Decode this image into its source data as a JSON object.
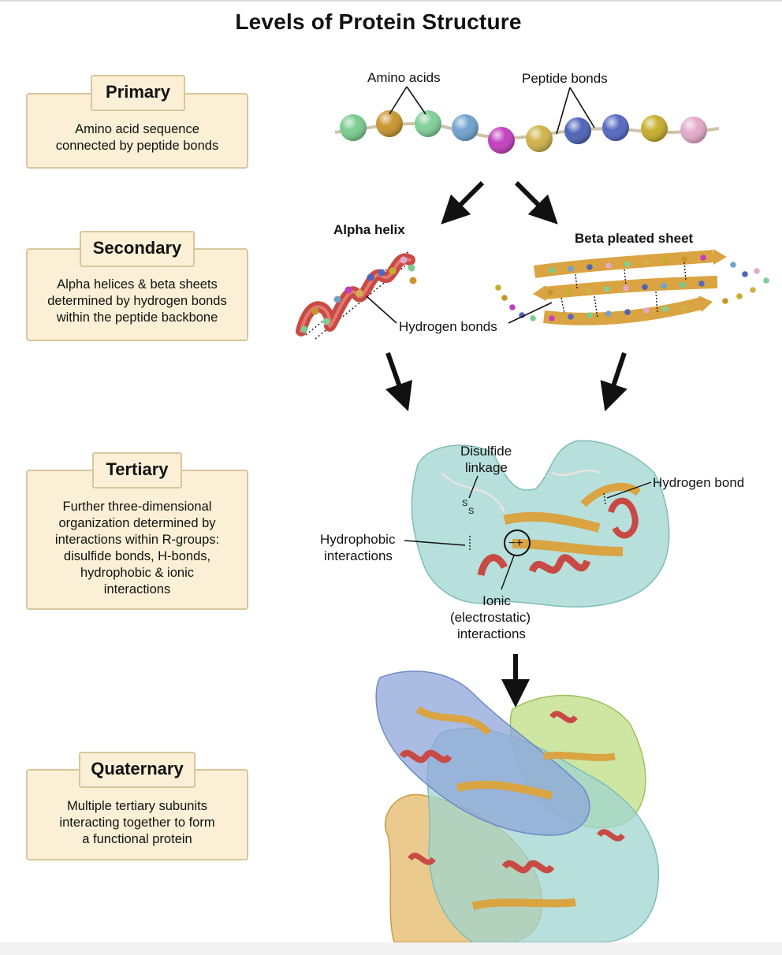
{
  "title": "Levels of Protein Structure",
  "levels": [
    {
      "name": "Primary",
      "description_lines": [
        "Amino acid sequence",
        "connected by peptide bonds"
      ]
    },
    {
      "name": "Secondary",
      "description_lines": [
        "Alpha helices & beta sheets",
        "determined by hydrogen bonds",
        "within the peptide backbone"
      ]
    },
    {
      "name": "Tertiary",
      "description_lines": [
        "Further three-dimensional",
        "organization determined by",
        "interactions within R-groups:",
        "disulfide bonds, H-bonds,",
        "hydrophobic & ionic",
        "interactions"
      ]
    },
    {
      "name": "Quaternary",
      "description_lines": [
        "Multiple tertiary subunits",
        "interacting together to form",
        "a functional protein"
      ]
    }
  ],
  "primary_labels": {
    "amino_acids": "Amino acids",
    "peptide_bonds": "Peptide bonds"
  },
  "amino_acid_colors": [
    "#79cc8e",
    "#c8952e",
    "#7fcf99",
    "#6fa3cf",
    "#c23fbd",
    "#d0b24a",
    "#4e63b8",
    "#5568c0",
    "#c6ad2c",
    "#e3a9c8"
  ],
  "secondary_labels": {
    "alpha_helix": "Alpha helix",
    "beta_sheet": "Beta pleated sheet",
    "hydrogen_bonds": "Hydrogen bonds"
  },
  "tertiary_labels": {
    "disulfide_line1": "Disulfide",
    "disulfide_line2": "linkage",
    "hydrogen_bond": "Hydrogen bond",
    "hydrophobic_line1": "Hydrophobic",
    "hydrophobic_line2": "interactions",
    "ionic_line1": "Ionic",
    "ionic_line2": "(electrostatic)",
    "ionic_line3": "interactions",
    "sulfur_top": "S",
    "sulfur_bottom": "S",
    "ionic_symbol": "−+"
  },
  "colors": {
    "box_fill": "#fbf0d6",
    "box_border": "#d8c79c",
    "helix": "#c94a44",
    "sheet": "#d9a441",
    "surface_teal": "#9fd4cf",
    "surface_blue": "#8ea6d8",
    "surface_green": "#b9dc7a",
    "surface_orange": "#e2b35d"
  }
}
